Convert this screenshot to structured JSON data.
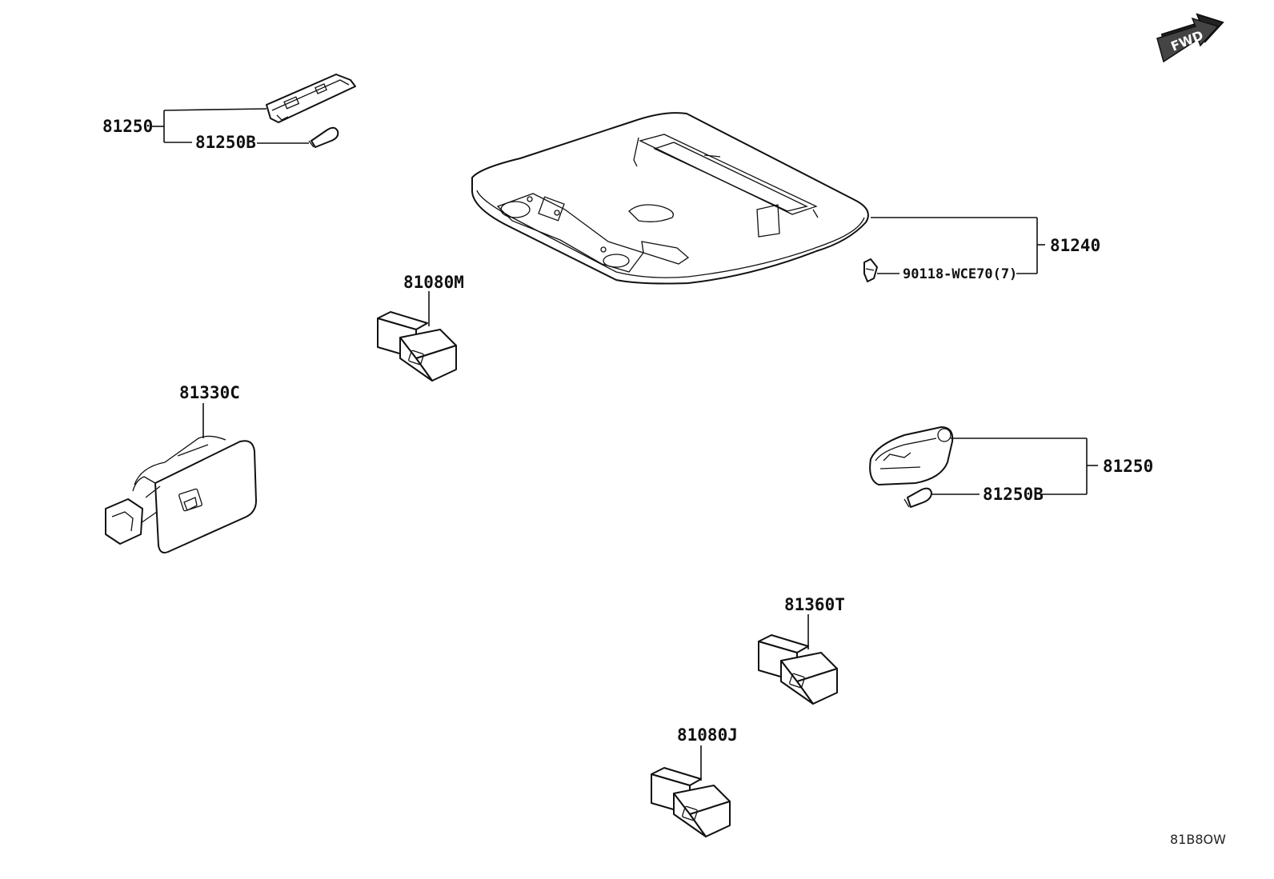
{
  "labels": {
    "top_lamp_assy": "81250",
    "top_lamp_bulb": "81250B",
    "roof_console": "81240",
    "clip": "90118-WCE70(7)",
    "connector_m": "81080M",
    "switch_c": "81330C",
    "right_lamp_assy": "81250",
    "right_lamp_bulb": "81250B",
    "connector_t": "81360T",
    "connector_j": "81080J"
  },
  "fwd_arrow": "FWD",
  "diagram_code": "81B8OW"
}
